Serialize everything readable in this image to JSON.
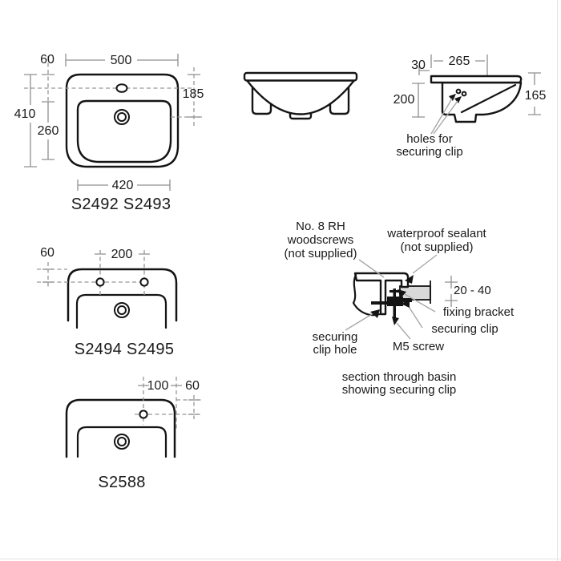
{
  "figure_type": "basin installation technical drawing",
  "colors": {
    "line": "#141414",
    "dim": "#8f8f8f",
    "leader": "#a8a8a8",
    "panel_fill": "#d9d9d9",
    "border": "#e3e3e3",
    "background": "#ffffff"
  },
  "drawings": {
    "plan_large": {
      "dim_top_to_taphole": "60",
      "dim_overall_width": "500",
      "dim_top_to_overflow": "185",
      "dim_overall_depth": "410",
      "dim_bowl_depth": "260",
      "dim_bowl_width": "420",
      "models": "S2492 S2493"
    },
    "side_view": {
      "dim_back_offset": "30",
      "dim_wall_to_holes": "265",
      "dim_front_height": "200",
      "dim_back_height": "165",
      "note_line1": "holes for",
      "note_line2": "securing clip"
    },
    "plan_two_tapholes": {
      "dim_top_to_taphole": "60",
      "dim_taphole_spacing": "200",
      "models": "S2494 S2495"
    },
    "plan_offset_taphole": {
      "dim_centre_to_taphole": "100",
      "dim_top_to_taphole": "60",
      "models": "S2588"
    },
    "section_detail": {
      "label_woodscrews_line1": "No. 8 RH",
      "label_woodscrews_line2": "woodscrews",
      "label_woodscrews_line3": "(not supplied)",
      "label_sealant_line1": "waterproof sealant",
      "label_sealant_line2": "(not supplied)",
      "dim_panel_thickness": "20 - 40",
      "label_fixing_bracket": "fixing bracket",
      "label_securing_clip": "securing clip",
      "label_clip_hole_line1": "securing",
      "label_clip_hole_line2": "clip hole",
      "label_m5_screw": "M5 screw",
      "caption_line1": "section through basin",
      "caption_line2": "showing securing clip"
    }
  }
}
